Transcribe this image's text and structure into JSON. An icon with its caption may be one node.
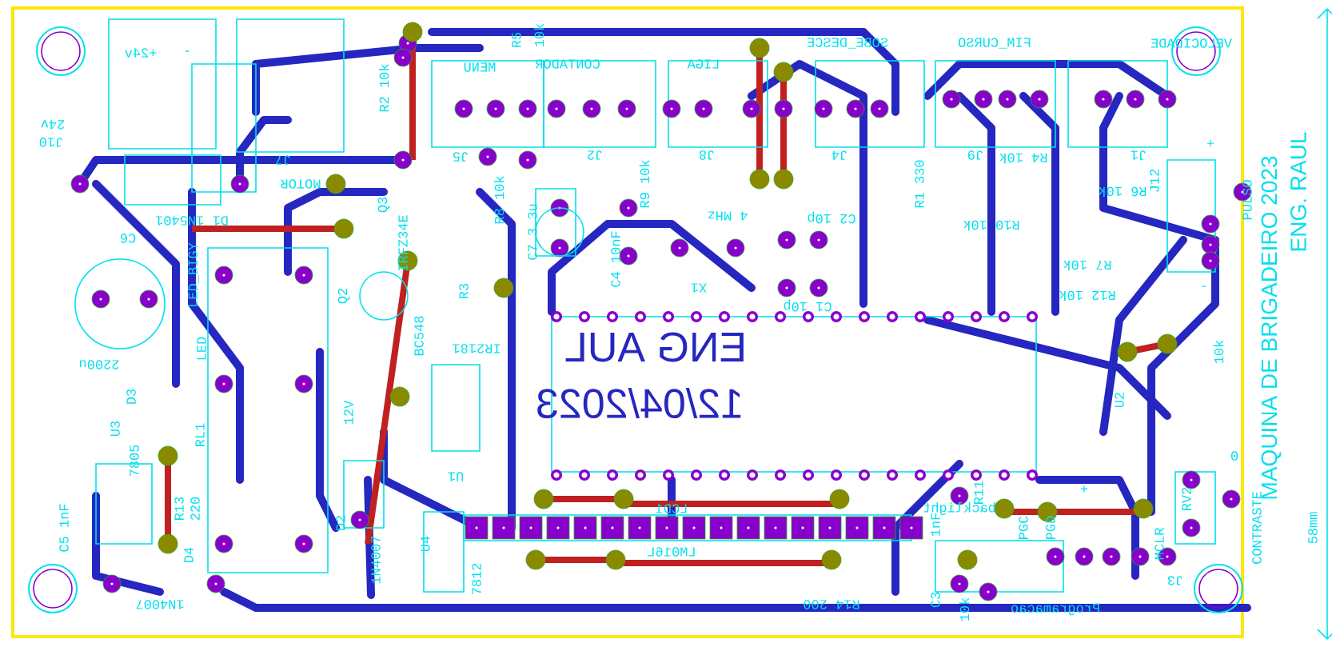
{
  "diagram": {
    "labels": [
      "+24v",
      "-",
      "24v",
      "J10",
      "J7",
      "MOTOR",
      "D1 1N5401",
      "C6",
      "R2 10k",
      "Q3",
      "IRFZ34E",
      "R5",
      "10k",
      "MENU",
      "CONTADOR",
      "LIGA",
      "SOBE_DESCE",
      "FIM_CURSO",
      "VELOCIDADE",
      "J5",
      "J2",
      "J8",
      "J4",
      "J9",
      "J1",
      "R8 10k",
      "C7 3.3u",
      "R9 10k",
      "C4 10nF",
      "4 MHz",
      "C2 10p",
      "X1",
      "C1 10p",
      "R1 330",
      "R4 10k",
      "R10 10k",
      "R6 10k",
      "J12",
      "R7 10k",
      "R12 10k",
      "+",
      "-",
      "PULSO",
      "Q2",
      "LED_BIGY",
      "2200u",
      "BC548",
      "R3",
      "IR2181",
      "ENG AUL",
      "12/04/2023",
      "D3",
      "LED",
      "RL1",
      "12V",
      "U3",
      "7805",
      "C5 1nF",
      "R13",
      "220",
      "D4",
      "1N4007",
      "D2",
      "1N4007",
      "U4",
      "7812",
      "U1",
      "LCD1",
      "backlight",
      "LM016L",
      "R14 200",
      "U2",
      "ENG. RAUL",
      "MAQUINA DE BRIGADEIRO 2023",
      "10k",
      "RV2",
      "0",
      "CONTRASTE",
      "R11",
      "1nF",
      "C3",
      "10k",
      "PGC",
      "PGD",
      "+",
      "MCLR",
      "J3",
      "Programacao",
      "58mm"
    ]
  }
}
